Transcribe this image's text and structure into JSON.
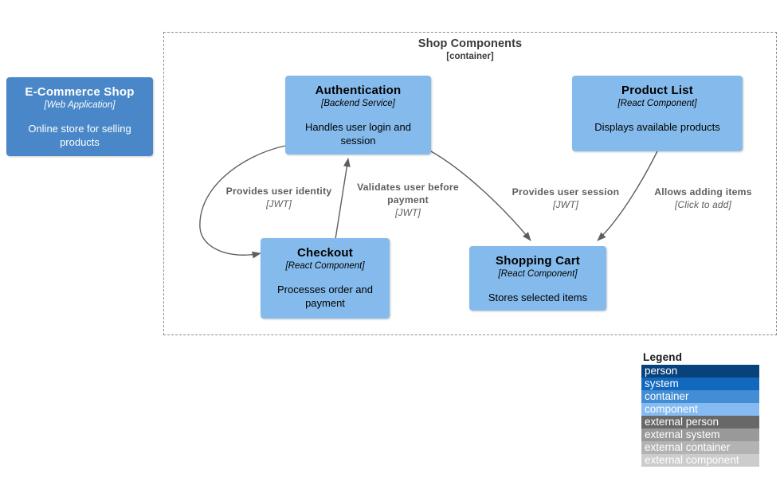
{
  "diagram": {
    "type": "c4-component-diagram",
    "background": "#FFFFFF"
  },
  "boundary": {
    "name": "Shop Components",
    "type": "[container]",
    "border_color": "#8C8C8C",
    "border_style": "dashed"
  },
  "nodes": [
    {
      "id": "ecommerce-shop",
      "name": "E-Commerce Shop",
      "type": "[Web  Application]",
      "description": "Online store for selling products",
      "level": "system",
      "color": "#4A87C8",
      "text_color": "#FFFFFF",
      "inside_boundary": false
    },
    {
      "id": "authentication",
      "name": "Authentication",
      "type": "[Backend Service]",
      "description": "Handles user login and session",
      "level": "component",
      "color": "#85BBEC",
      "text_color": "#000000",
      "inside_boundary": true
    },
    {
      "id": "product-list",
      "name": "Product List",
      "type": "[React  Component]",
      "description": "Displays available products",
      "level": "component",
      "color": "#85BBEC",
      "text_color": "#000000",
      "inside_boundary": true
    },
    {
      "id": "checkout",
      "name": "Checkout",
      "type": "[React   Component]",
      "description": "Processes order  and payment",
      "level": "component",
      "color": "#85BBEC",
      "text_color": "#000000",
      "inside_boundary": true
    },
    {
      "id": "shopping-cart",
      "name": "Shopping   Cart",
      "type": "[React  Component]",
      "description": "Stores selected items",
      "level": "component",
      "color": "#85BBEC",
      "text_color": "#000000",
      "inside_boundary": true
    }
  ],
  "edges": [
    {
      "id": "auth-to-checkout",
      "from": "authentication",
      "to": "checkout",
      "label": "Provides  user  identity",
      "technology": "[JWT]"
    },
    {
      "id": "checkout-to-auth",
      "from": "checkout",
      "to": "authentication",
      "label": "Validates  user  before payment",
      "technology": "[JWT]"
    },
    {
      "id": "auth-to-cart",
      "from": "authentication",
      "to": "shopping-cart",
      "label": "Provides  user session",
      "technology": "[JWT]"
    },
    {
      "id": "productlist-to-cart",
      "from": "product-list",
      "to": "shopping-cart",
      "label": "Allows  adding  items",
      "technology": "[Click to add]"
    }
  ],
  "legend": {
    "title": "Legend",
    "items": [
      {
        "label": "person",
        "swatch": "#08427B",
        "text_color": "#FFFFFF"
      },
      {
        "label": "system",
        "swatch": "#1168BD",
        "text_color": "#FFFFFF"
      },
      {
        "label": "container",
        "swatch": "#438DD5",
        "text_color": "#FFFFFF"
      },
      {
        "label": "component",
        "swatch": "#85BBF0",
        "text_color": "#FFFFFF"
      },
      {
        "label": "external person",
        "swatch": "#686868",
        "text_color": "#FFFFFF"
      },
      {
        "label": "external system",
        "swatch": "#999999",
        "text_color": "#FFFFFF"
      },
      {
        "label": "external container",
        "swatch": "#B3B3B3",
        "text_color": "#FFFFFF"
      },
      {
        "label": "external component",
        "swatch": "#CCCCCC",
        "text_color": "#FFFFFF"
      }
    ]
  }
}
